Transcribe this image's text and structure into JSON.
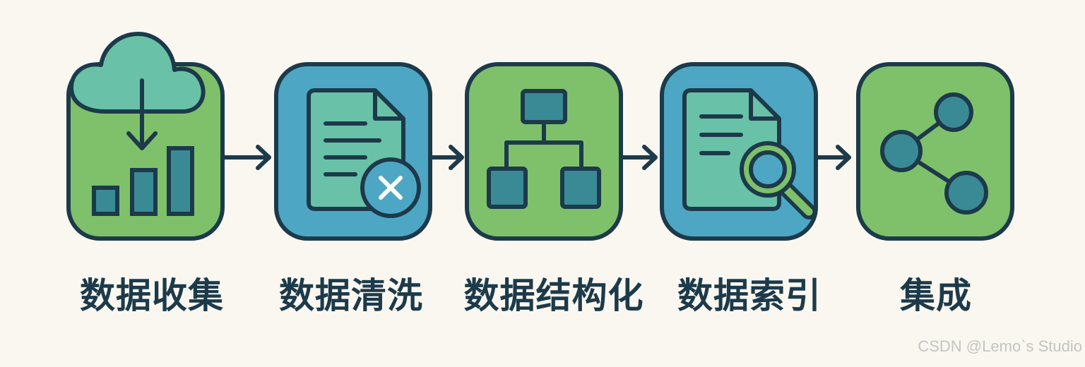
{
  "colors": {
    "background": "#f9f7f0",
    "green": "#7fc06b",
    "blue": "#4da7c4",
    "teal_light": "#69c1a8",
    "teal_dark": "#3a8a95",
    "outline": "#1c3a4a",
    "watermark": "#c4c4c4"
  },
  "steps": [
    {
      "label": "数据收集",
      "icon": "cloud-download-bar-chart-icon",
      "fill": "green"
    },
    {
      "label": "数据清洗",
      "icon": "document-delete-icon",
      "fill": "blue"
    },
    {
      "label": "数据结构化",
      "icon": "hierarchy-tree-icon",
      "fill": "green"
    },
    {
      "label": "数据索引",
      "icon": "document-search-icon",
      "fill": "blue"
    },
    {
      "label": "集成",
      "icon": "share-network-icon",
      "fill": "green"
    }
  ],
  "connectors": [
    "arrow-right-icon",
    "arrow-right-icon",
    "arrow-right-icon",
    "arrow-right-icon"
  ],
  "watermark": "CSDN @Lemo`s Studio"
}
